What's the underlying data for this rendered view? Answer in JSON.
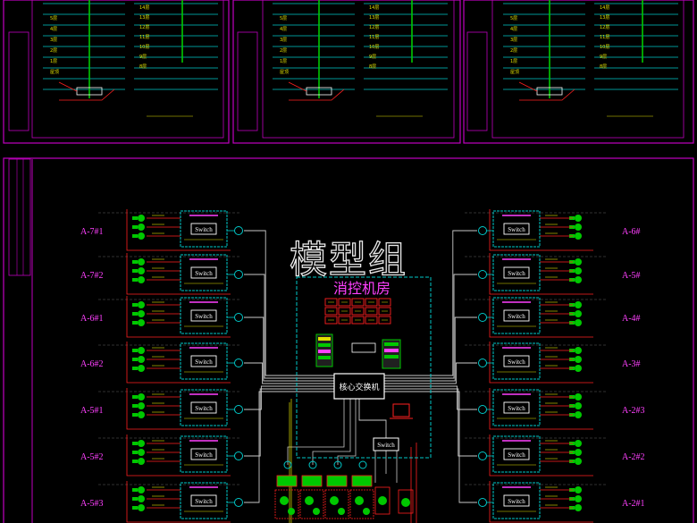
{
  "watermark": "模型组",
  "control_room": {
    "title": "消控机房",
    "core_switch": "核心交换机",
    "switch_label": "Switch"
  },
  "left_buildings": [
    "A-7#1",
    "A-7#2",
    "A-6#1",
    "A-6#2",
    "A-5#1",
    "A-5#2",
    "A-5#3"
  ],
  "right_buildings": [
    "A-6#",
    "A-5#",
    "A-4#",
    "A-3#",
    "A-2#3",
    "A-2#2",
    "A-2#1"
  ],
  "node_switch_label": "Switch",
  "top_sheets": [
    {
      "floors": [
        "5层",
        "4层",
        "3层",
        "2层",
        "1层",
        "屋顶"
      ],
      "right_floors": [
        "14层",
        "13层",
        "12层",
        "11层",
        "10层",
        "9层",
        "8层"
      ]
    },
    {
      "floors": [
        "5层",
        "4层",
        "3层",
        "2层",
        "1层",
        "屋顶"
      ],
      "right_floors": [
        "14层",
        "13层",
        "12层",
        "11层",
        "10层",
        "9层",
        "8层"
      ]
    },
    {
      "floors": [
        "5层",
        "4层",
        "3层",
        "2层",
        "1层",
        "屋顶"
      ],
      "right_floors": [
        "14层",
        "13层",
        "12层",
        "11层",
        "10层",
        "9层",
        "8层"
      ]
    }
  ],
  "colors": {
    "frame": "#c000c0",
    "switch_box": "#00c8c8",
    "node_fill": "#00c800",
    "accent_red": "#ff2020",
    "accent_yellow": "#e0e000",
    "wire": "#c8c8c8",
    "text": "#ff40ff"
  }
}
